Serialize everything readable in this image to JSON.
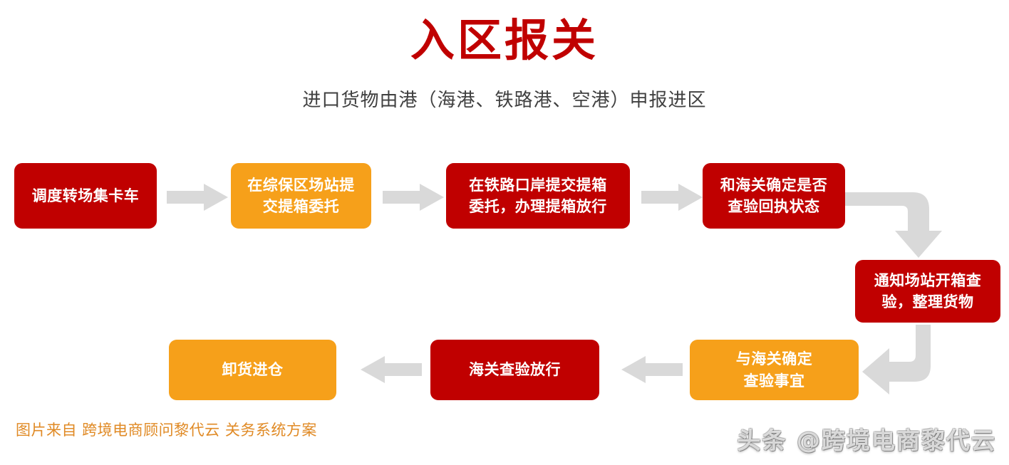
{
  "header": {
    "title": "入区报关",
    "subtitle": "进口货物由港（海港、铁路港、空港）申报进区"
  },
  "colors": {
    "red": "#C00000",
    "orange": "#F6A01A",
    "arrow_gray": "#D9D9D9",
    "credit_orange": "#E08A25",
    "subtitle_gray": "#404040"
  },
  "flow": {
    "nodes": [
      {
        "id": "n1",
        "label": "调度转场集卡车",
        "color": "red"
      },
      {
        "id": "n2",
        "label": "在综保区场站提\n交提箱委托",
        "color": "orange"
      },
      {
        "id": "n3",
        "label": "在铁路口岸提交提箱\n委托，办理提箱放行",
        "color": "red"
      },
      {
        "id": "n4",
        "label": "和海关确定是否\n查验回执状态",
        "color": "red"
      },
      {
        "id": "n5",
        "label": "通知场站开箱查\n验，整理货物",
        "color": "red"
      },
      {
        "id": "n6",
        "label": "与海关确定\n查验事宜",
        "color": "orange"
      },
      {
        "id": "n7",
        "label": "海关查验放行",
        "color": "red"
      },
      {
        "id": "n8",
        "label": "卸货进仓",
        "color": "orange"
      }
    ],
    "connectors": [
      {
        "id": "a1",
        "from": "n1",
        "to": "n2",
        "direction": "right"
      },
      {
        "id": "a2",
        "from": "n2",
        "to": "n3",
        "direction": "right"
      },
      {
        "id": "a3",
        "from": "n3",
        "to": "n4",
        "direction": "right"
      },
      {
        "id": "a4",
        "from": "n4",
        "to": "n5",
        "direction": "elbow-right-down"
      },
      {
        "id": "a5",
        "from": "n5",
        "to": "n6",
        "direction": "elbow-down-left"
      },
      {
        "id": "a6",
        "from": "n6",
        "to": "n7",
        "direction": "left"
      },
      {
        "id": "a7",
        "from": "n7",
        "to": "n8",
        "direction": "left"
      }
    ]
  },
  "footer": {
    "credit": "图片来自 跨境电商顾问黎代云 关务系统方案",
    "watermark": "头条 @跨境电商黎代云"
  }
}
